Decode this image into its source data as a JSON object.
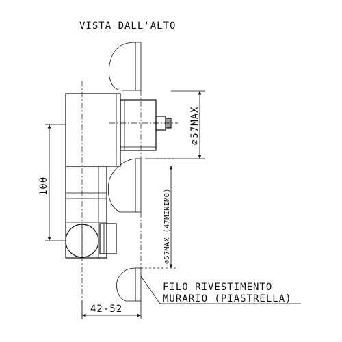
{
  "diagram": {
    "title": "VISTA DALL'ALTO",
    "dimensions": {
      "depth_57max": "⌀57MAX",
      "range_47min": "⌀57MAX (47MINIMO)",
      "height_100": "100",
      "offset_42_52": "42-52"
    },
    "wall_label": {
      "line1": "FILO RIVESTIMENTO",
      "line2": "MURARIO (PIASTRELLA)"
    }
  }
}
